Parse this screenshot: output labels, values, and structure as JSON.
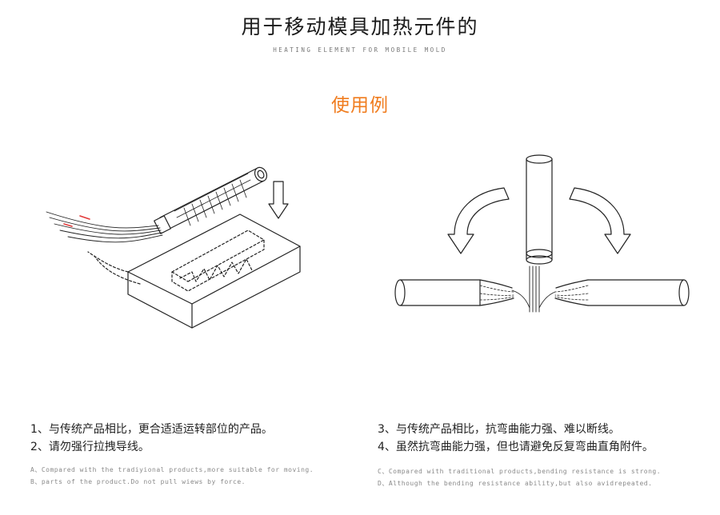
{
  "header": {
    "title": "用于移动模具加热元件的",
    "subtitle": "HEATING ELEMENT FOR MOBILE MOLD"
  },
  "section_heading": "使用例",
  "notes_left": {
    "cn": [
      "1、与传统产品相比，更合适适运转部位的产品。",
      "2、请勿强行拉拽导线。"
    ],
    "en": [
      "A、Compared with the tradiyional products,more suitable for moving.",
      "B、parts of the product.Do not pull wiews by force."
    ]
  },
  "notes_right": {
    "cn": [
      "3、与传统产品相比，抗弯曲能力强、难以断线。",
      "4、虽然抗弯曲能力强，但也请避免反复弯曲直角附件。"
    ],
    "en": [
      "C、Compared with traditional products,bending resistance is strong.",
      "D、Although the bending resistance ability,but also avidrepeated."
    ]
  },
  "colors": {
    "accent": "#f07c1e",
    "line": "#222222",
    "wire_accent": "#e23a3a"
  }
}
